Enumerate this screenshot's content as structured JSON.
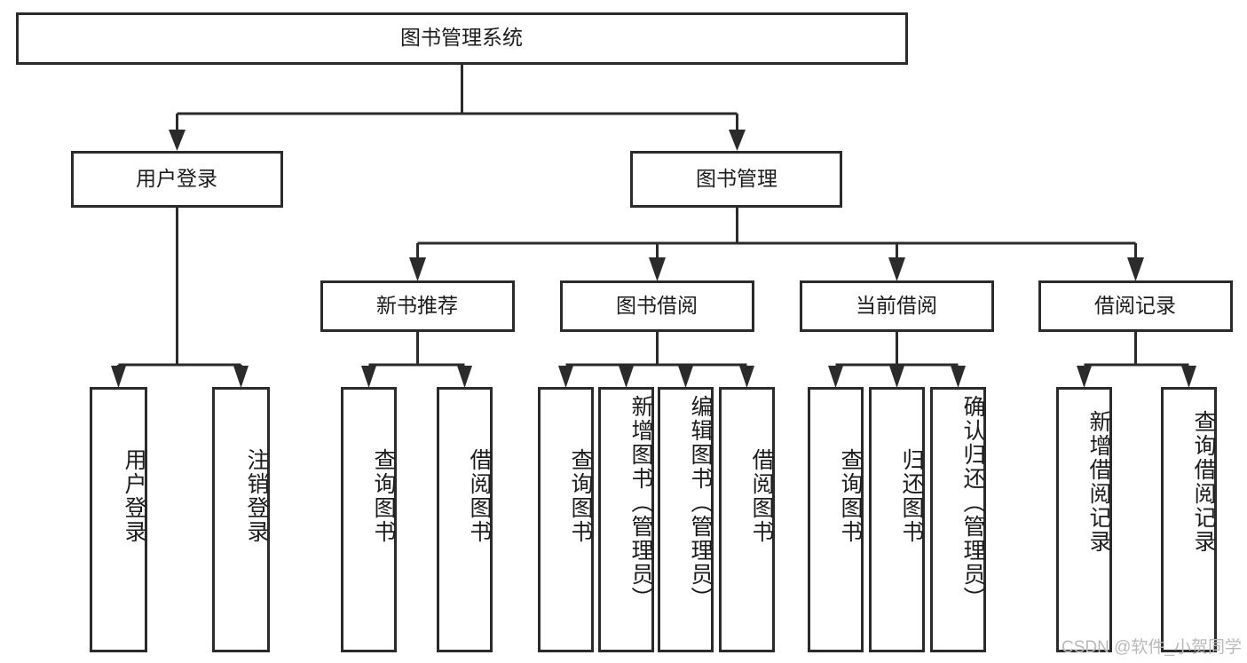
{
  "diagram": {
    "type": "tree-hierarchy",
    "title": "图书管理系统",
    "root": {
      "label": "图书管理系统",
      "orientation": "horizontal"
    },
    "level2": [
      {
        "label": "用户登录",
        "orientation": "horizontal"
      },
      {
        "label": "图书管理",
        "orientation": "horizontal"
      }
    ],
    "level3": [
      {
        "label": "新书推荐",
        "orientation": "horizontal",
        "parent": "图书管理"
      },
      {
        "label": "图书借阅",
        "orientation": "horizontal",
        "parent": "图书管理"
      },
      {
        "label": "当前借阅",
        "orientation": "horizontal",
        "parent": "图书管理"
      },
      {
        "label": "借阅记录",
        "orientation": "horizontal",
        "parent": "图书管理"
      }
    ],
    "leaves": {
      "user_login": [
        {
          "label": "用户登录",
          "orientation": "vertical"
        },
        {
          "label": "注销登录",
          "orientation": "vertical"
        }
      ],
      "new_book_recommend": [
        {
          "label": "查询图书",
          "orientation": "vertical"
        },
        {
          "label": "借阅图书",
          "orientation": "vertical"
        }
      ],
      "book_borrow": [
        {
          "label": "查询图书",
          "orientation": "vertical"
        },
        {
          "label": "新增图书（管理员）",
          "orientation": "vertical"
        },
        {
          "label": "编辑图书（管理员）",
          "orientation": "vertical"
        },
        {
          "label": "借阅图书",
          "orientation": "vertical"
        }
      ],
      "current_borrow": [
        {
          "label": "查询图书",
          "orientation": "vertical"
        },
        {
          "label": "归还图书",
          "orientation": "vertical"
        },
        {
          "label": "确认归还（管理员）",
          "orientation": "vertical"
        }
      ],
      "borrow_record": [
        {
          "label": "新增借阅记录",
          "orientation": "vertical"
        },
        {
          "label": "查询借阅记录",
          "orientation": "vertical"
        }
      ]
    }
  },
  "watermark": {
    "text": "CSDN @软件_小贺同学"
  },
  "colors": {
    "box_stroke": "#2b2b2b",
    "box_fill": "#ffffff",
    "text": "#1c1c1c",
    "background": "#ffffff",
    "watermark": "#b9b9b9"
  }
}
